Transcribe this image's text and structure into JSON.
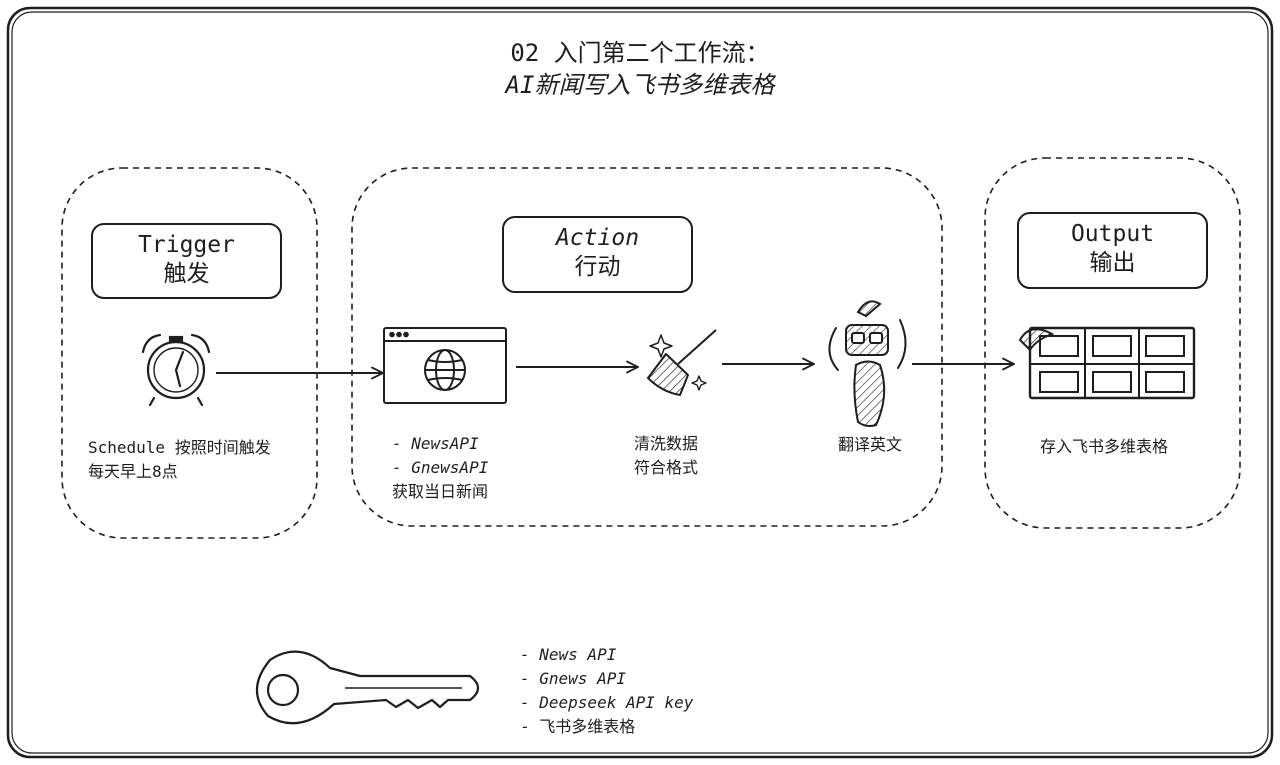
{
  "title": {
    "line1": "02 入门第二个工作流：",
    "line2": "AI新闻写入飞书多维表格"
  },
  "sections": {
    "trigger": {
      "label_en": "Trigger",
      "label_zh": "触发"
    },
    "action": {
      "label_en": "Action",
      "label_zh": "行动"
    },
    "output": {
      "label_en": "Output",
      "label_zh": "输出"
    }
  },
  "steps": {
    "schedule": {
      "line1": "Schedule 按照时间触发",
      "line2": "每天早上8点"
    },
    "news_fetch": {
      "line1": "- NewsAPI",
      "line2": "- GnewsAPI",
      "line3": "获取当日新闻"
    },
    "clean": {
      "line1": "清洗数据",
      "line2": "符合格式"
    },
    "translate": {
      "line1": "翻译英文"
    },
    "store": {
      "line1": "存入飞书多维表格"
    }
  },
  "keys": {
    "items": [
      "- News API",
      "- Gnews API",
      "- Deepseek API key",
      "- 飞书多维表格"
    ]
  },
  "icons": {
    "trigger": "alarm-clock-icon",
    "fetch": "browser-globe-icon",
    "clean": "broom-sparkle-icon",
    "translate": "robot-icon",
    "output": "spreadsheet-grid-icon",
    "keys": "key-icon"
  },
  "colors": {
    "stroke": "#1e1e1e",
    "background": "#ffffff"
  }
}
